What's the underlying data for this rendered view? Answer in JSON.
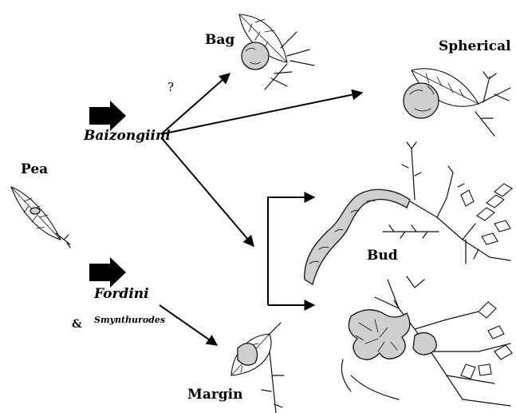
{
  "labels": {
    "pea": "Pea",
    "bag": "Bag",
    "spherical": "Spherical",
    "bud": "Bud",
    "margin": "Margin",
    "baizongiini": "Baizongiini",
    "fordini": "Fordini",
    "ampersand": "&",
    "smynthurodes": "Smynthurodes",
    "question": "?"
  },
  "icons": {
    "tribe_arrow": "block-arrow-right-icon",
    "gall_bag": "bag-gall-illustration",
    "gall_spherical": "spherical-gall-illustration",
    "gall_bud_long": "elongated-bud-gall-illustration",
    "gall_bud_cluster": "clustered-bud-gall-illustration",
    "gall_margin": "margin-gall-illustration",
    "gall_pea": "pea-gall-illustration"
  },
  "colors": {
    "ink": "#000000",
    "background": "#ffffff"
  }
}
